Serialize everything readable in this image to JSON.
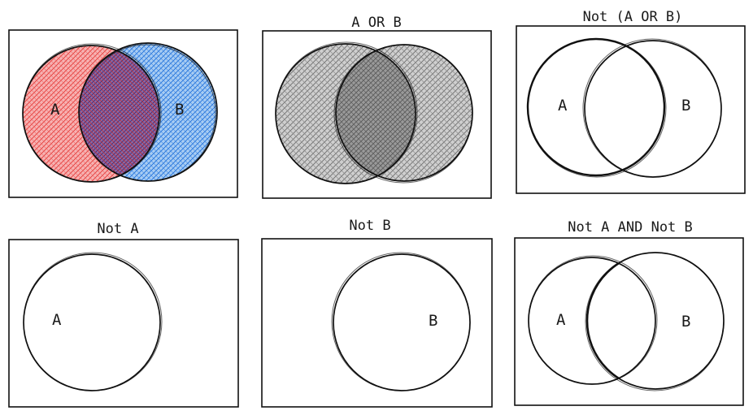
{
  "panels": [
    {
      "id": "1",
      "title": "",
      "label_a": "A",
      "label_b": "B"
    },
    {
      "id": "2",
      "title": "A OR B"
    },
    {
      "id": "3",
      "title": "Not (A OR B)",
      "label_a": "A",
      "label_b": "B"
    },
    {
      "id": "4",
      "title": "Not A",
      "label_a": "A"
    },
    {
      "id": "5",
      "title": "Not B",
      "label_b": "B"
    },
    {
      "id": "6",
      "title": "Not A AND Not B",
      "label_a": "A",
      "label_b": "B"
    }
  ],
  "colors": {
    "set_a": "#e53935",
    "set_b": "#1e6fd9",
    "shade": "#8a8a8a",
    "outline": "#111111"
  }
}
